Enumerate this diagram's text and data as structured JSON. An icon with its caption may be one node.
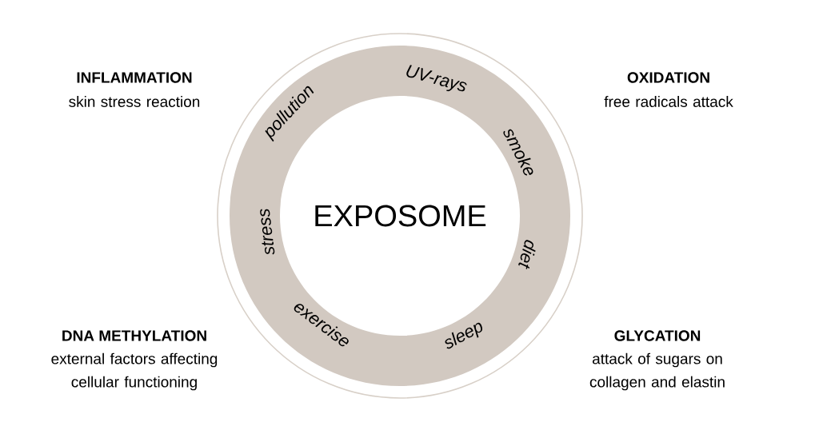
{
  "diagram": {
    "nodes": [
      {
        "text": [
          "UV-rays",
          "smoke",
          "diet",
          "sleep",
          "exercise",
          "stress",
          "pollution"
        ]
      },
      {
        "text": [
          "EXPOSOME"
        ],
        "in": 0
      }
    ],
    "labels": [
      "INFLAMMATION",
      "skin stress reaction",
      "OXIDATION",
      "free radicals attack",
      "DNA METHYLATION",
      "external factors affecting cellular functioning",
      "GLYCATION",
      "attack of sugars on collagen and elastin"
    ]
  }
}
